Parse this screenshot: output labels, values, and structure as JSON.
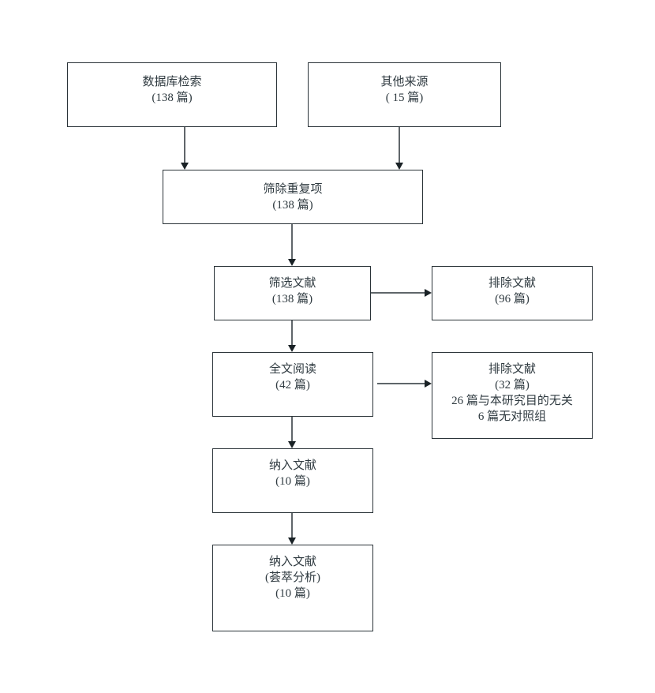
{
  "diagram": {
    "type": "flowchart",
    "nodes": {
      "database_search": {
        "title": "数据库检索",
        "count": "(138 篇)"
      },
      "other_sources": {
        "title": "其他来源",
        "count": "( 15 篇)"
      },
      "remove_duplicates": {
        "title": "筛除重复项",
        "count": "(138 篇)"
      },
      "screen_records": {
        "title": "筛选文献",
        "count": "(138 篇)"
      },
      "excluded_screening": {
        "title": "排除文献",
        "count": "(96 篇)"
      },
      "full_text": {
        "title": "全文阅读",
        "count": "(42 篇)"
      },
      "excluded_full_text": {
        "title": "排除文献",
        "count": "(32 篇)",
        "reason_1": "26 篇与本研究目的无关",
        "reason_2": "6 篇无对照组"
      },
      "included": {
        "title": "纳入文献",
        "count": "(10 篇)"
      },
      "included_meta": {
        "title": "纳入文献",
        "subtitle": "(荟萃分析)",
        "count": "(10 篇)"
      }
    },
    "edges": [
      {
        "from": "database_search",
        "to": "remove_duplicates"
      },
      {
        "from": "other_sources",
        "to": "remove_duplicates"
      },
      {
        "from": "remove_duplicates",
        "to": "screen_records"
      },
      {
        "from": "screen_records",
        "to": "excluded_screening"
      },
      {
        "from": "screen_records",
        "to": "full_text"
      },
      {
        "from": "full_text",
        "to": "excluded_full_text"
      },
      {
        "from": "full_text",
        "to": "included"
      },
      {
        "from": "included",
        "to": "included_meta"
      }
    ]
  }
}
